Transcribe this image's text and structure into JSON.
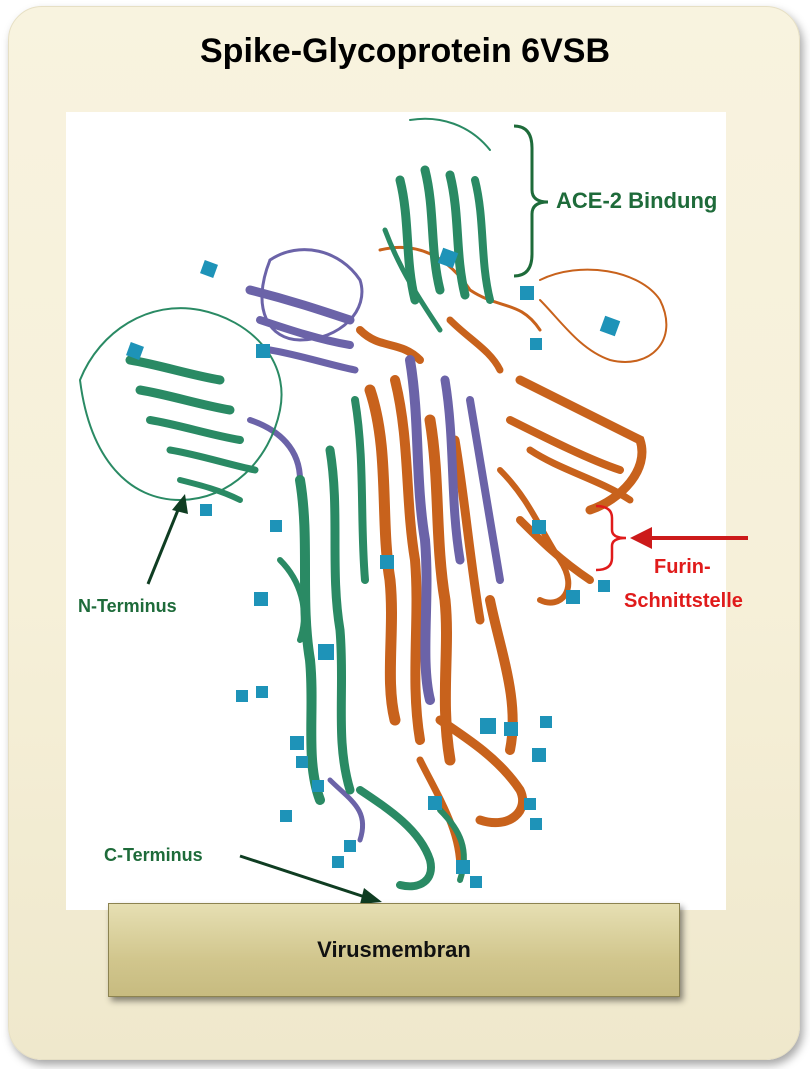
{
  "title": "Spike-Glycoprotein 6VSB",
  "labels": {
    "ace2": "ACE-2 Bindung",
    "n_terminus": "N-Terminus",
    "furin_line1": "Furin-",
    "furin_line2": "Schnittstelle",
    "c_terminus": "C-Terminus",
    "membrane": "Virusmembran"
  },
  "colors": {
    "chain_green": "#2a8a64",
    "chain_purple": "#6b63a8",
    "chain_orange": "#c8621c",
    "glycan": "#1e93b8",
    "label_green": "#1e6b3a",
    "label_red": "#e01b1b"
  }
}
